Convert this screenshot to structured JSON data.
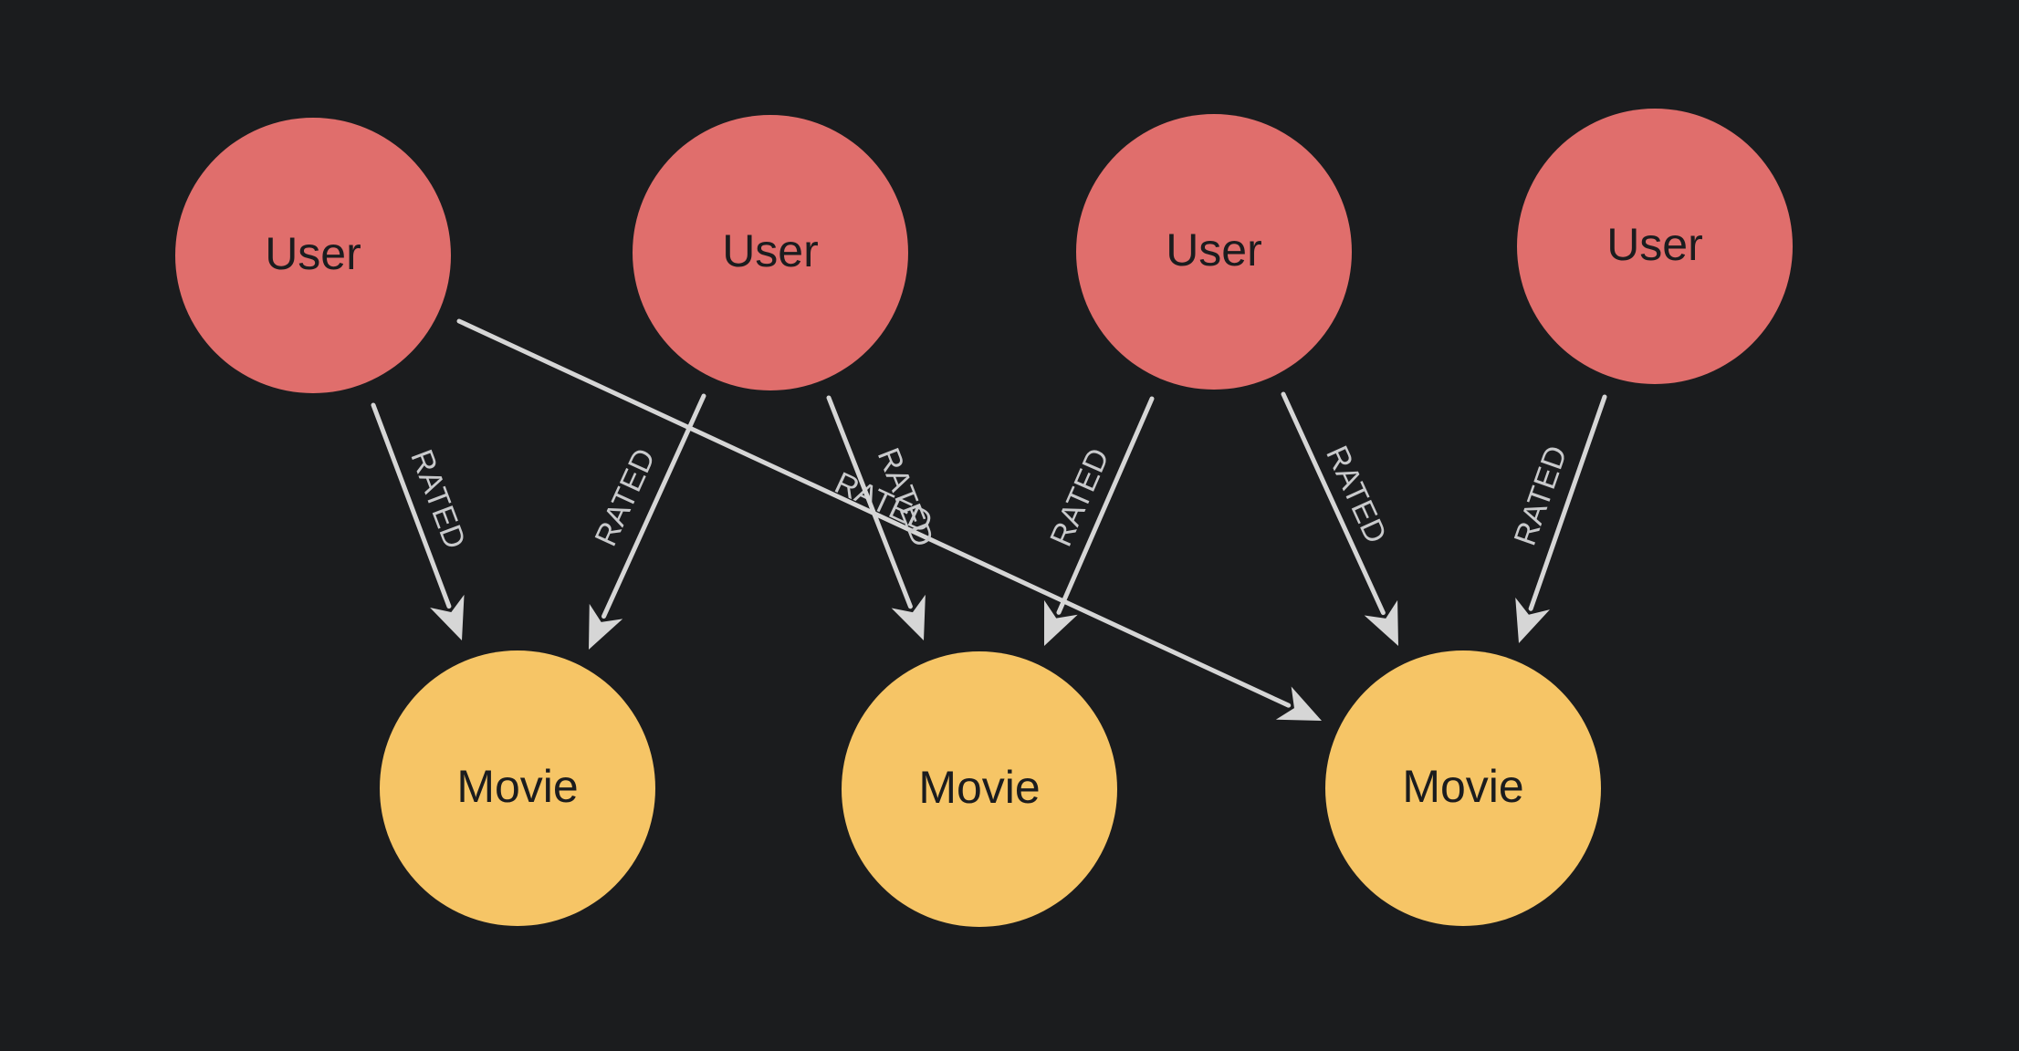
{
  "colors": {
    "background": "#1b1c1e",
    "user_node": "#e06e6c",
    "movie_node": "#f6c566",
    "edge": "#d6d6d6",
    "edge_label": "#c9cacc",
    "node_text": "#1b1c1e"
  },
  "nodes": [
    {
      "id": "user-1",
      "label": "User",
      "kind": "user"
    },
    {
      "id": "user-2",
      "label": "User",
      "kind": "user"
    },
    {
      "id": "user-3",
      "label": "User",
      "kind": "user"
    },
    {
      "id": "user-4",
      "label": "User",
      "kind": "user"
    },
    {
      "id": "movie-1",
      "label": "Movie",
      "kind": "movie"
    },
    {
      "id": "movie-2",
      "label": "Movie",
      "kind": "movie"
    },
    {
      "id": "movie-3",
      "label": "Movie",
      "kind": "movie"
    }
  ],
  "relationships": [
    {
      "from": "user-1",
      "to": "movie-1",
      "label": "RATED"
    },
    {
      "from": "user-1",
      "to": "movie-3",
      "label": "RATED"
    },
    {
      "from": "user-2",
      "to": "movie-1",
      "label": "RATED"
    },
    {
      "from": "user-2",
      "to": "movie-2",
      "label": "RATED"
    },
    {
      "from": "user-3",
      "to": "movie-2",
      "label": "RATED"
    },
    {
      "from": "user-3",
      "to": "movie-3",
      "label": "RATED"
    },
    {
      "from": "user-4",
      "to": "movie-3",
      "label": "RATED"
    }
  ]
}
